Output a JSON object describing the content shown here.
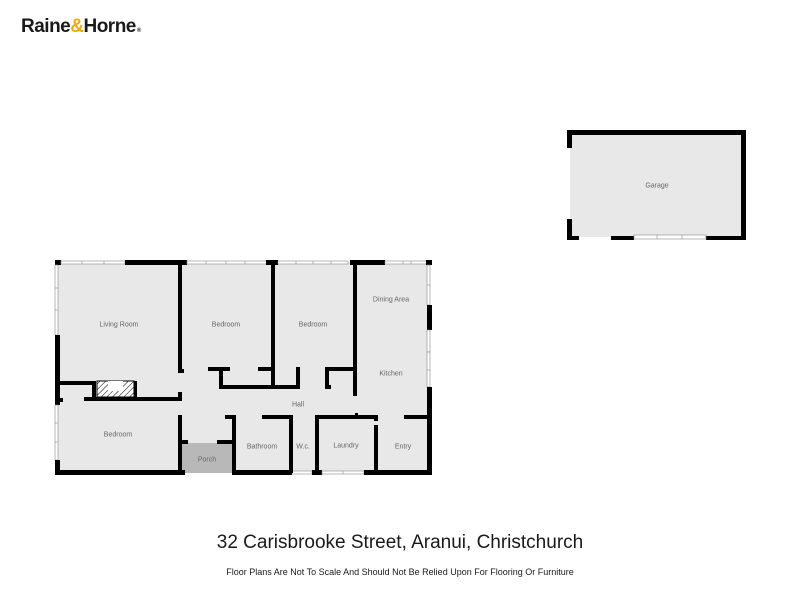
{
  "brand": {
    "name_part1": "Raine",
    "ampersand": "&",
    "name_part2": "Horne",
    "registered": "®",
    "accent_color": "#f5a800",
    "text_color": "#1a1a1a"
  },
  "floor_plan": {
    "floor_color": "#e8e8e8",
    "wall_color": "#000000",
    "porch_color": "#b8b8b8",
    "rooms": [
      {
        "id": "living-room",
        "label": "Living Room"
      },
      {
        "id": "bedroom-1",
        "label": "Bedroom"
      },
      {
        "id": "bedroom-2",
        "label": "Bedroom"
      },
      {
        "id": "dining-area",
        "label": "Dining Area"
      },
      {
        "id": "kitchen",
        "label": "Kitchen"
      },
      {
        "id": "hall",
        "label": "Hall"
      },
      {
        "id": "bedroom-3",
        "label": "Bedroom"
      },
      {
        "id": "porch",
        "label": "Porch"
      },
      {
        "id": "bathroom",
        "label": "Bathroom"
      },
      {
        "id": "wc",
        "label": "W.c."
      },
      {
        "id": "laundry",
        "label": "Laundry"
      },
      {
        "id": "entry",
        "label": "Entry"
      },
      {
        "id": "garage",
        "label": "Garage"
      }
    ]
  },
  "footer": {
    "address": "32 Carisbrooke Street, Aranui, Christchurch",
    "disclaimer": "Floor Plans Are Not To Scale And Should Not Be Relied Upon For Flooring Or Furniture"
  }
}
